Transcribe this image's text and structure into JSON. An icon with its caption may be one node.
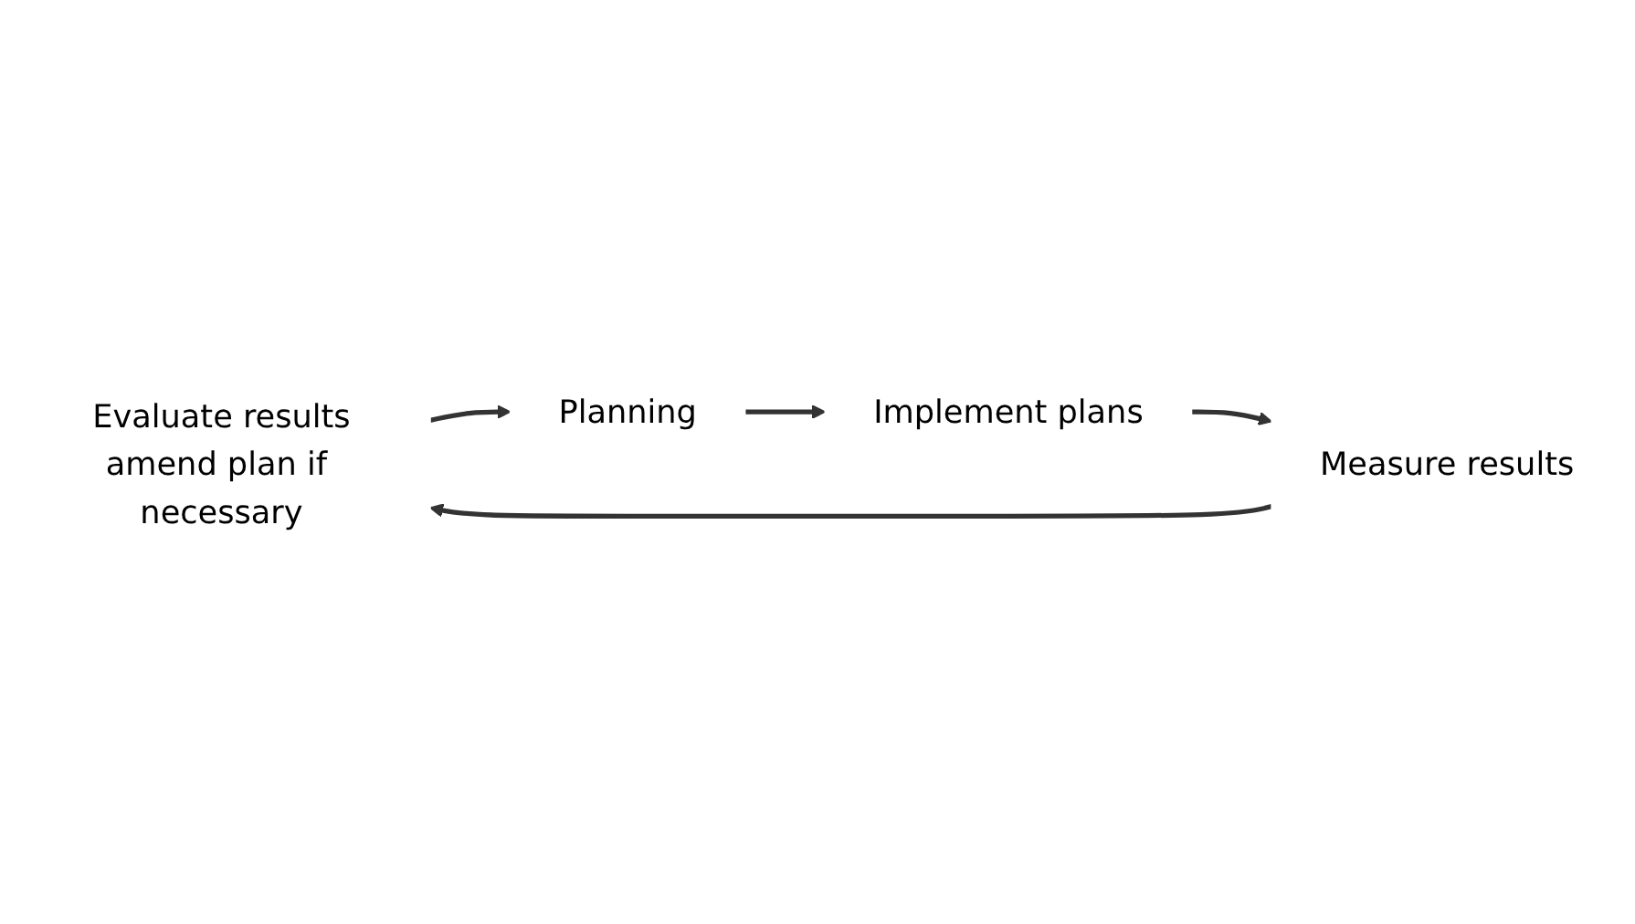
{
  "diagram": {
    "nodes": [
      {
        "text": [
          "Evaluate results",
          "amend plan if necessary"
        ]
      },
      {
        "text": [
          "Planning"
        ]
      },
      {
        "text": [
          "Implement plans"
        ]
      },
      {
        "text": [
          "Measure results"
        ]
      }
    ],
    "edges": [
      {
        "from": 0,
        "to": 1,
        "arrow": "to"
      },
      {
        "from": 1,
        "to": 2,
        "arrow": "to"
      },
      {
        "from": 2,
        "to": 3,
        "arrow": "to"
      },
      {
        "from": 3,
        "to": 0,
        "arrow": "to"
      }
    ]
  }
}
